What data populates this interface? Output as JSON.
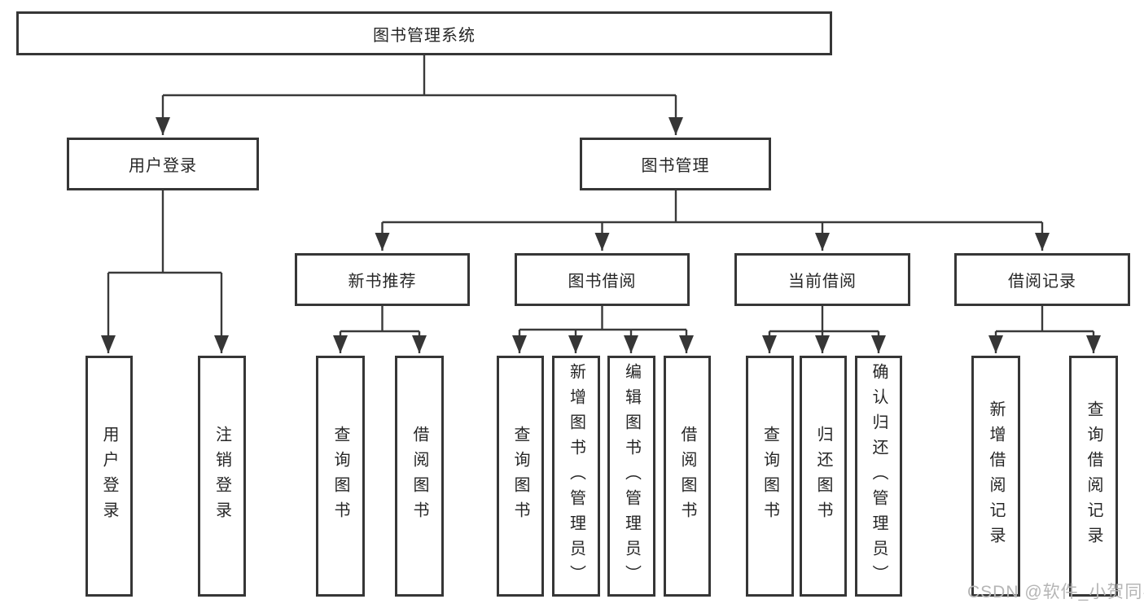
{
  "tree": {
    "root": {
      "label": "图书管理系统"
    },
    "children": [
      {
        "label": "用户登录",
        "children": [
          {
            "label": "用户登录"
          },
          {
            "label": "注销登录"
          }
        ]
      },
      {
        "label": "图书管理",
        "children": [
          {
            "label": "新书推荐",
            "children": [
              {
                "label": "查询图书"
              },
              {
                "label": "借阅图书"
              }
            ]
          },
          {
            "label": "图书借阅",
            "children": [
              {
                "label": "查询图书"
              },
              {
                "label": "新增图书（管理员）"
              },
              {
                "label": "编辑图书（管理员）"
              },
              {
                "label": "借阅图书"
              }
            ]
          },
          {
            "label": "当前借阅",
            "children": [
              {
                "label": "查询图书"
              },
              {
                "label": "归还图书"
              },
              {
                "label": "确认归还（管理员）"
              }
            ]
          },
          {
            "label": "借阅记录",
            "children": [
              {
                "label": "新增借阅记录"
              },
              {
                "label": "查询借阅记录"
              }
            ]
          }
        ]
      }
    ]
  },
  "watermark": {
    "text": "CSDN @软件_小贺同学"
  },
  "colors": {
    "line": "#3a3a3a",
    "box_border": "#363636",
    "text": "#262626",
    "watermark": "#b5b5b5",
    "background": "#ffffff"
  }
}
